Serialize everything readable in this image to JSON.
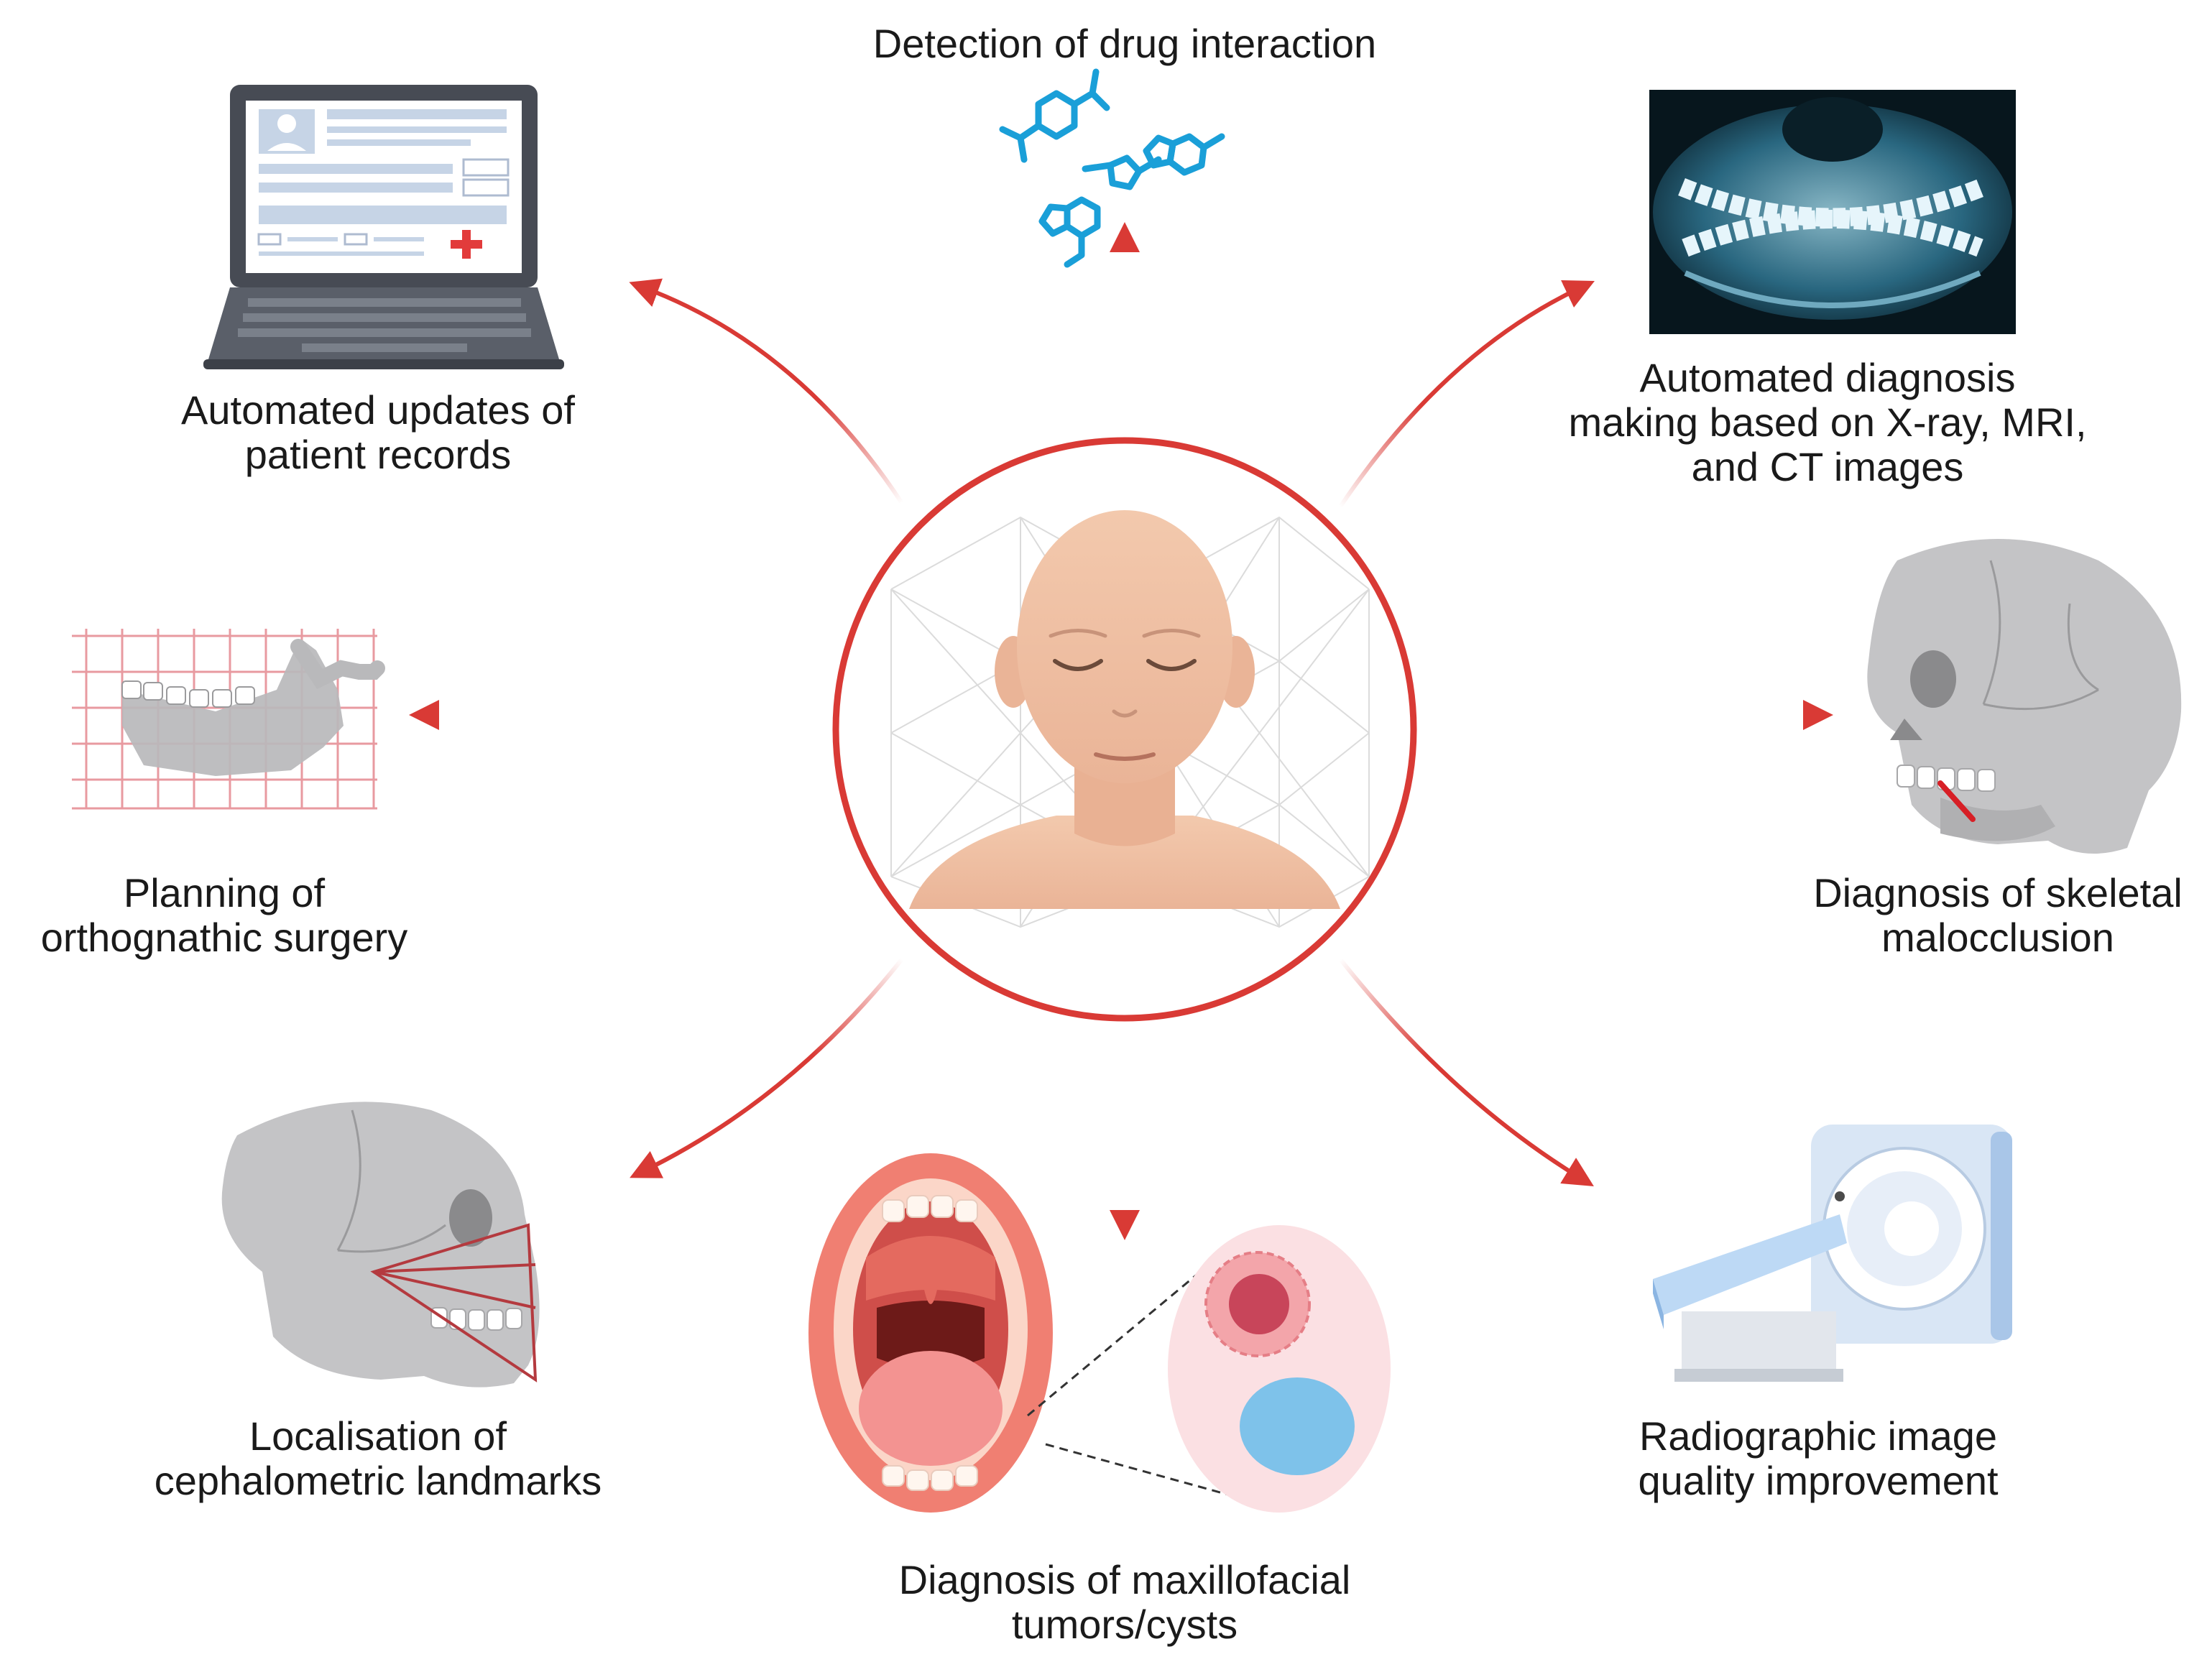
{
  "diagram": {
    "center": {
      "icon": "head-in-neural-network-icon",
      "ring_color": "#d93a35"
    },
    "arrow_color": "#d93a35",
    "nodes": [
      {
        "id": "drug",
        "icon": "molecule-icon",
        "lines": [
          "Detection of drug interaction"
        ]
      },
      {
        "id": "records",
        "icon": "laptop-icon",
        "lines": [
          "Automated updates of",
          "patient records"
        ]
      },
      {
        "id": "xray",
        "icon": "panoramic-xray-icon",
        "lines": [
          "Automated diagnosis",
          "making based on X-ray, MRI,",
          "and CT images"
        ]
      },
      {
        "id": "ortho",
        "icon": "mandible-grid-icon",
        "lines": [
          "Planning of",
          "orthognathic surgery"
        ]
      },
      {
        "id": "skeletal",
        "icon": "skull-icon",
        "lines": [
          "Diagnosis of skeletal",
          "malocclusion"
        ]
      },
      {
        "id": "ceph",
        "icon": "skull-landmarks-icon",
        "lines": [
          "Localisation of",
          "cephalometric landmarks"
        ]
      },
      {
        "id": "tumor",
        "icon": "open-mouth-icon",
        "lines": [
          "Diagnosis of maxillofacial",
          "tumors/cysts"
        ]
      },
      {
        "id": "radiographic",
        "icon": "ct-scanner-icon",
        "lines": [
          "Radiographic image",
          "quality improvement"
        ]
      }
    ]
  }
}
